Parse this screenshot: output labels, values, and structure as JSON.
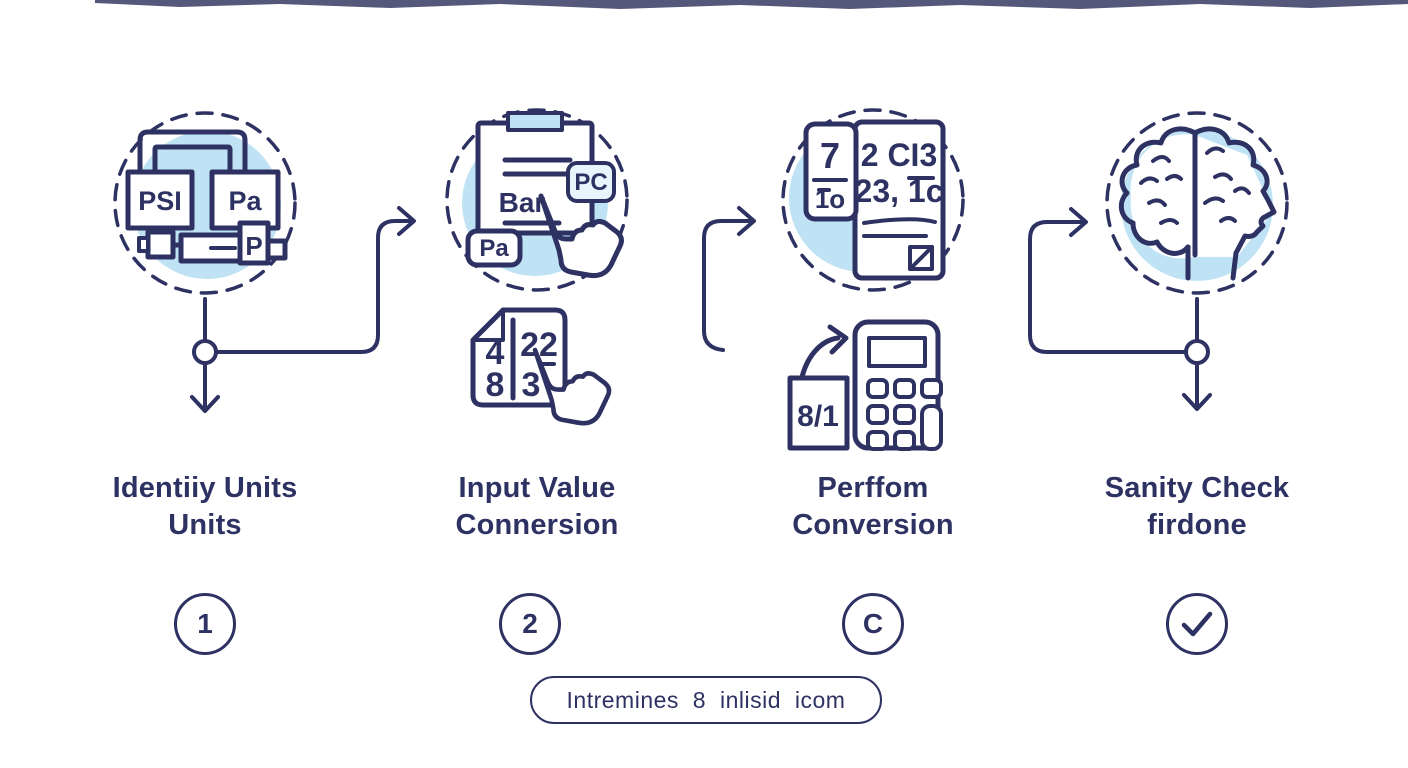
{
  "colors": {
    "navy": "#2d3263",
    "light_blue": "#bfe3f5",
    "badge_fill": "#e9f5fc",
    "white": "#ffffff"
  },
  "steps": [
    {
      "id": "identify-units",
      "label_line1": "Identiiy Units",
      "label_line2": "Units",
      "badge": "1",
      "icon": {
        "name": "pressure-units-icon",
        "box1": "PSI",
        "box2": "Pa",
        "tag": "P"
      }
    },
    {
      "id": "input-value",
      "label_line1": "Input Value",
      "label_line2": "Connersion",
      "badge": "2",
      "icon": {
        "name": "clipboard-selection-icon",
        "doc_label": "Bar",
        "badge_left": "Pa",
        "badge_right": "PC"
      },
      "sub_icon": {
        "name": "values-page-icon",
        "col1_top": "4",
        "col1_bottom": "8",
        "col2_top": "22",
        "col2_bottom": "3"
      }
    },
    {
      "id": "perform-conversion",
      "label_line1": "Perffom",
      "label_line2": "Conversion",
      "badge": "C",
      "icon": {
        "name": "conversion-table-icon",
        "left_top": "7",
        "left_bottom": "1o",
        "right_line1": "2 CI3",
        "right_line2": "23, 1c"
      },
      "sub_icon": {
        "name": "calculator-icon",
        "box_label": "8/1"
      }
    },
    {
      "id": "sanity-check",
      "label_line1": "Sanity Check",
      "label_line2": "firdone",
      "badge": "check",
      "icon": {
        "name": "brain-icon"
      }
    }
  ],
  "footer": {
    "label": "Intremines 8 inlisid icom"
  }
}
